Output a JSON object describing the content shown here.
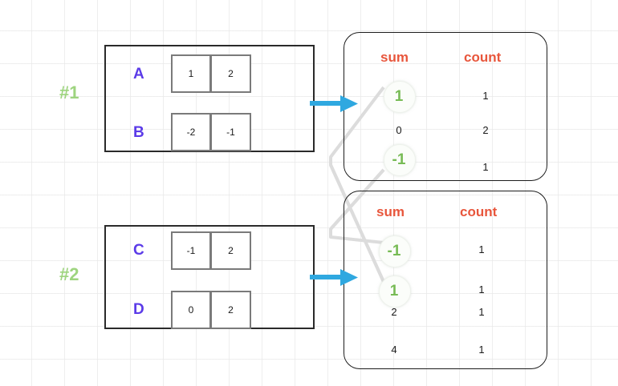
{
  "diagram": {
    "title": "Two-stage sum/count aggregation merge",
    "colors": {
      "step_label": "#9ed47f",
      "row_label": "#5b3be8",
      "header": "#e8563c",
      "highlight": "#77bb55",
      "arrow": "#2fa8e0",
      "connector": "#dcdcdc",
      "box_border": "#1d1d1d",
      "cell_border": "#7a7a7a",
      "grid": "#e9e9e9"
    },
    "steps": [
      {
        "label": "#1"
      },
      {
        "label": "#2"
      }
    ],
    "partitions": [
      {
        "name": "partition-1",
        "rows": [
          {
            "label": "A",
            "cells": [
              "1",
              "2"
            ]
          },
          {
            "label": "B",
            "cells": [
              "-2",
              "-1"
            ]
          }
        ]
      },
      {
        "name": "partition-2",
        "rows": [
          {
            "label": "C",
            "cells": [
              "-1",
              "2"
            ]
          },
          {
            "label": "D",
            "cells": [
              "0",
              "2"
            ]
          }
        ]
      }
    ],
    "agg_tables": [
      {
        "name": "agg-table-1",
        "headers": {
          "sum": "sum",
          "count": "count"
        },
        "rows": [
          {
            "sum": "1",
            "count": "1",
            "highlight": true
          },
          {
            "sum": "0",
            "count": "2",
            "highlight": false
          },
          {
            "sum": "-1",
            "count": "1",
            "highlight": true
          }
        ]
      },
      {
        "name": "agg-table-2",
        "headers": {
          "sum": "sum",
          "count": "count"
        },
        "rows": [
          {
            "sum": "-1",
            "count": "1",
            "highlight": true
          },
          {
            "sum": "1",
            "count": "1",
            "highlight": true
          },
          {
            "sum": "2",
            "count": "1",
            "highlight": false
          },
          {
            "sum": "4",
            "count": "1",
            "highlight": false
          }
        ]
      }
    ],
    "arrows": [
      {
        "name": "flow-arrow-1"
      },
      {
        "name": "flow-arrow-2"
      }
    ],
    "connectors": [
      {
        "name": "connector-1-to-neg1"
      },
      {
        "name": "connector-neg1-to-1"
      }
    ]
  }
}
